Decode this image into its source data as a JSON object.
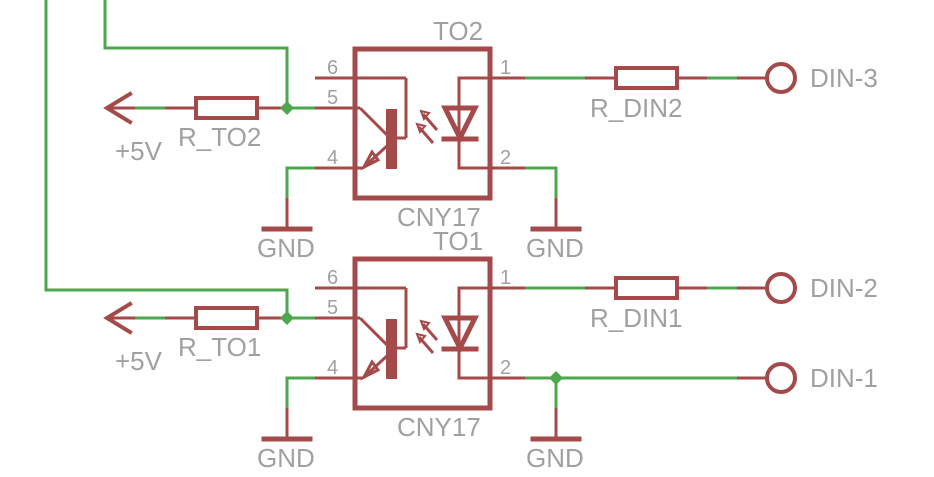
{
  "colors": {
    "symbol": "#a54a4a",
    "wire": "#4ea64e",
    "label": "#a0a0a0",
    "background": "#ffffff"
  },
  "parts": [
    {
      "id": "TO2",
      "name_label": "TO2",
      "value_label": "CNY17",
      "pins": {
        "p6": "6",
        "p5": "5",
        "p4": "4",
        "p1": "1",
        "p2": "2"
      },
      "pullup": {
        "resistor": "R_TO2",
        "supply": "+5V"
      },
      "input_resistor": "R_DIN2",
      "connector_top": "DIN-3",
      "gnd_left": "GND",
      "gnd_right": "GND"
    },
    {
      "id": "TO1",
      "name_label": "TO1",
      "value_label": "CNY17",
      "pins": {
        "p6": "6",
        "p5": "5",
        "p4": "4",
        "p1": "1",
        "p2": "2"
      },
      "pullup": {
        "resistor": "R_TO1",
        "supply": "+5V"
      },
      "input_resistor": "R_DIN1",
      "connector_top": "DIN-2",
      "connector_bottom": "DIN-1",
      "gnd_left": "GND",
      "gnd_right": "GND"
    }
  ]
}
